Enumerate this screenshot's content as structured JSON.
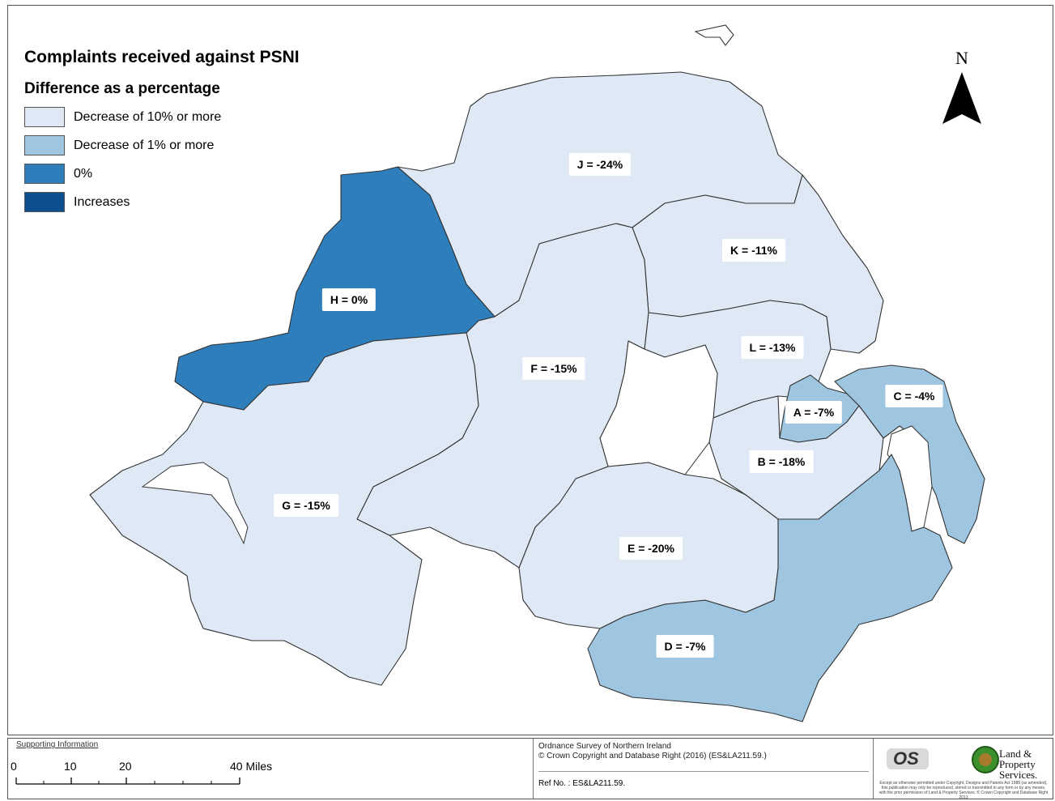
{
  "map": {
    "title": "Complaints received against PSNI",
    "legend_subtitle": "Difference as a percentage",
    "legend": [
      {
        "label": "Decrease of 10% or more",
        "color": "#dfe9f5"
      },
      {
        "label": "Decrease of 1% or more",
        "color": "#9ec6e0"
      },
      {
        "label": "0%",
        "color": "#2e7ebb"
      },
      {
        "label": "Increases",
        "color": "#0b4f8f"
      }
    ],
    "north_label": "N",
    "regions": [
      {
        "id": "A",
        "label": "A = -7%",
        "value": -7,
        "color": "#9ec6e0"
      },
      {
        "id": "B",
        "label": "B = -18%",
        "value": -18,
        "color": "#dfe9f5"
      },
      {
        "id": "C",
        "label": "C = -4%",
        "value": -4,
        "color": "#9ec6e0"
      },
      {
        "id": "D",
        "label": "D = -7%",
        "value": -7,
        "color": "#9ec6e0"
      },
      {
        "id": "E",
        "label": "E = -20%",
        "value": -20,
        "color": "#dfe9f5"
      },
      {
        "id": "F",
        "label": "F = -15%",
        "value": -15,
        "color": "#dfe9f5"
      },
      {
        "id": "G",
        "label": "G = -15%",
        "value": -15,
        "color": "#dfe9f5"
      },
      {
        "id": "H",
        "label": "H = 0%",
        "value": 0,
        "color": "#2e7ebb"
      },
      {
        "id": "J",
        "label": "J = -24%",
        "value": -24,
        "color": "#dfe9f5"
      },
      {
        "id": "K",
        "label": "K = -11%",
        "value": -11,
        "color": "#dfe9f5"
      },
      {
        "id": "L",
        "label": "L = -13%",
        "value": -13,
        "color": "#dfe9f5"
      }
    ]
  },
  "footer": {
    "supporting_info": "Supporting Information",
    "scale_labels": [
      "0",
      "10",
      "20",
      "40 Miles"
    ],
    "os_line1": "Ordnance Survey of Northern Ireland",
    "os_line2": "© Crown Copyright and Database Right (2016) (ES&LA211.59.)",
    "ref_no": "Ref No. : ES&LA211.59.",
    "logo_os": "OS",
    "logo_lps_line1": "Land &",
    "logo_lps_line2": "Property",
    "logo_lps_line3": "Services.",
    "disclaimer": "Except as otherwise permitted under Copyright, Designs and Patents Act 1988 (as amended), this publication may only be reproduced, stored or transmitted in any form or by any means, with the prior permission of Land & Property Services. © Crown Copyright and Database Right 2013"
  }
}
